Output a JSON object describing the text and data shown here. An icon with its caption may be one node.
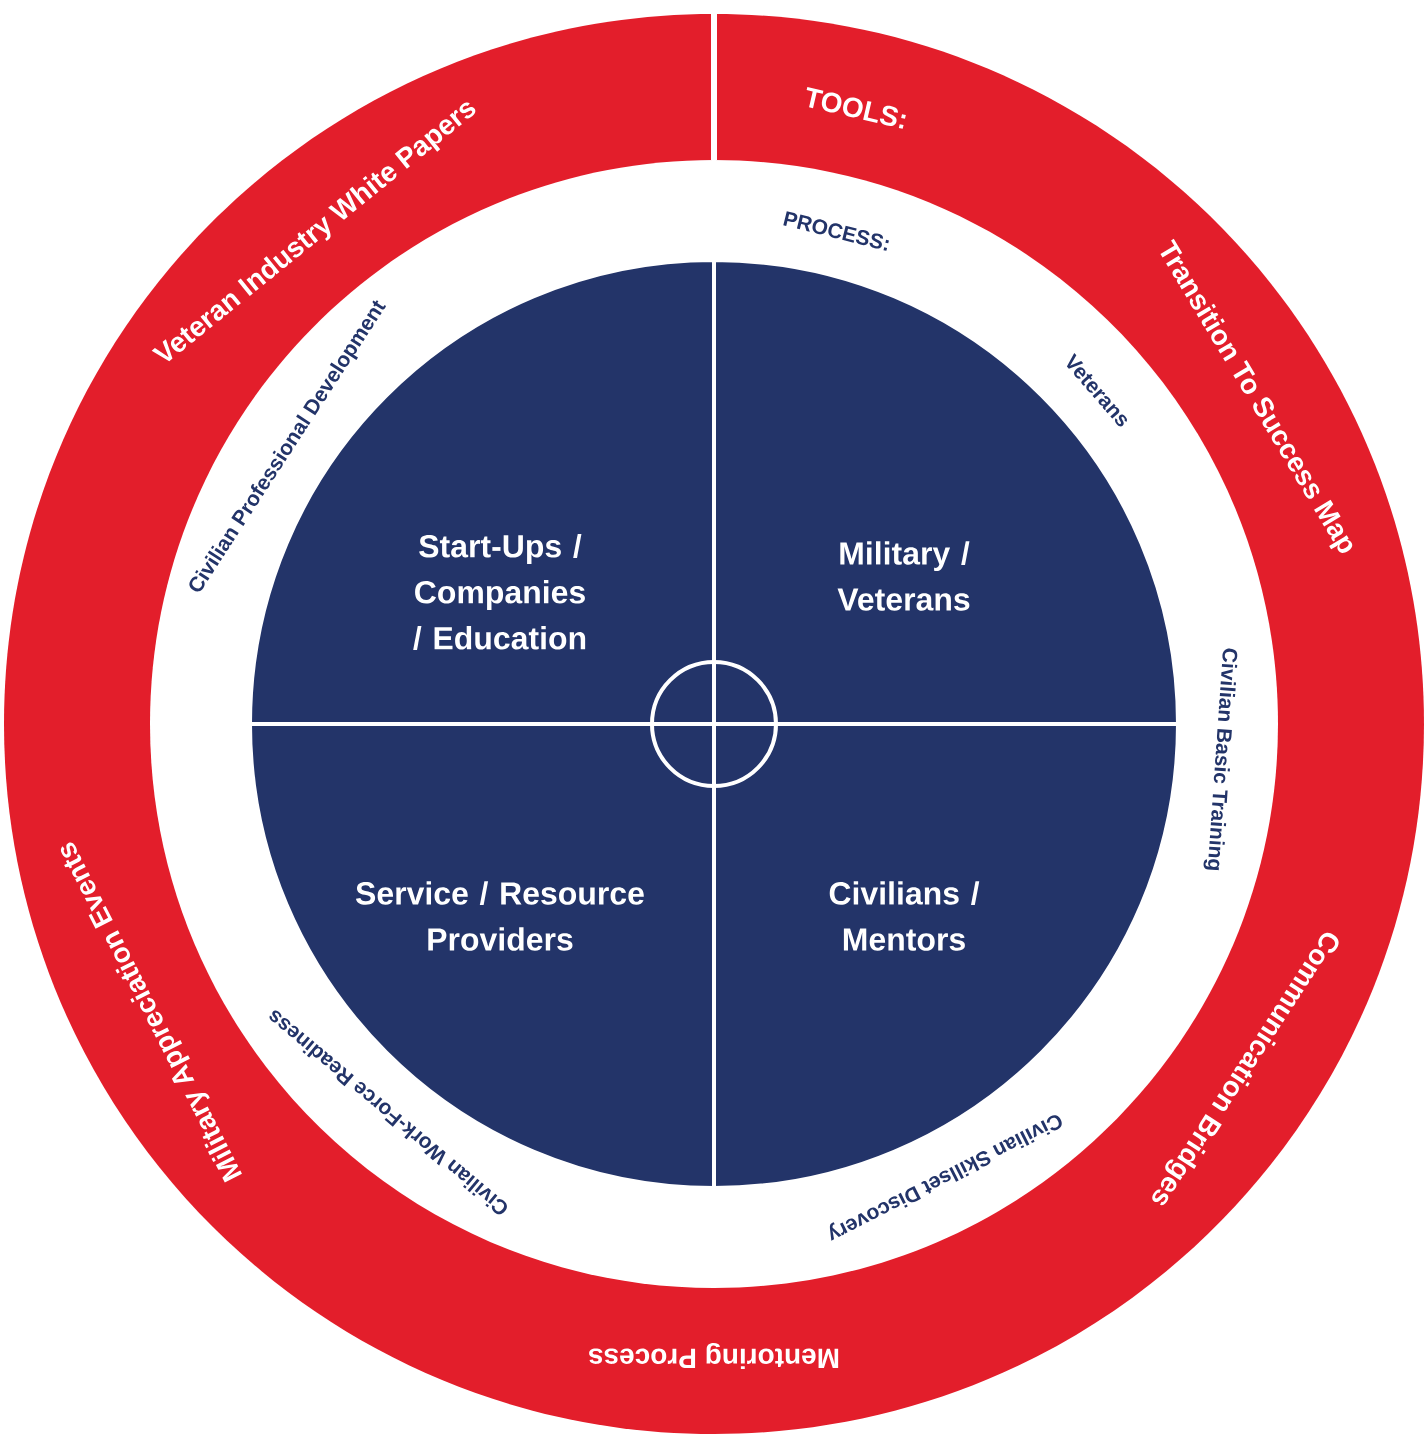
{
  "diagram": {
    "nodes": [
      {
        "text": [
          "Veteran Industry White Papers",
          "TOOLS:",
          "Transition To Success Map",
          "Communication Bridges",
          "Mentoring Process",
          "Military Appreciation Events"
        ]
      },
      {
        "text": [
          "PROCESS:",
          "Veterans",
          "Civilian Basic Training",
          "Civilian Skillset Discovery",
          "Civilian Work-Force Readiness",
          "Civilian Professional Development"
        ],
        "in": 0
      },
      {
        "text": [
          "Start-Ups / Companies / Education"
        ],
        "in": 1
      },
      {
        "text": [
          "Military / Veterans"
        ],
        "in": 1
      },
      {
        "text": [
          "Service / Resource Providers"
        ],
        "in": 1
      },
      {
        "text": [
          "Civilians / Mentors"
        ],
        "in": 1
      }
    ]
  }
}
